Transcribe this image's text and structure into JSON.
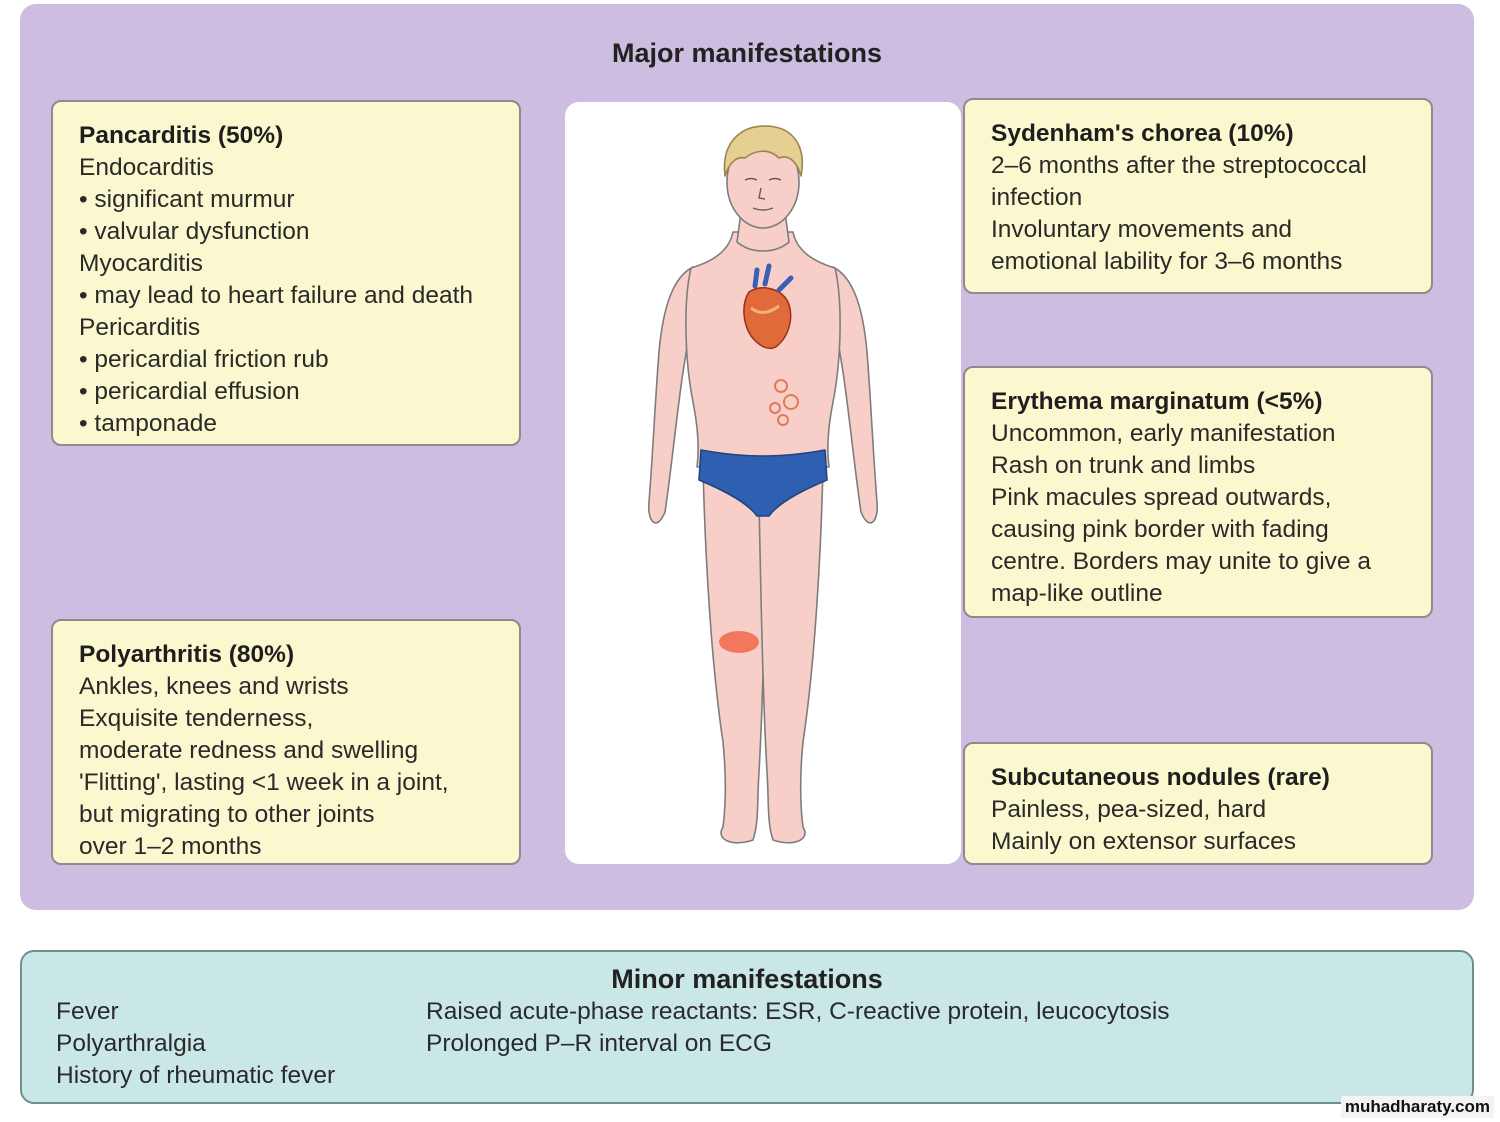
{
  "major": {
    "title": "Major manifestations",
    "pancarditis": {
      "title": "Pancarditis (50%)",
      "lines": [
        "Endocarditis",
        "• significant murmur",
        "• valvular dysfunction",
        "Myocarditis",
        "• may lead to heart failure and death",
        "Pericarditis",
        "• pericardial friction rub",
        "• pericardial effusion",
        "• tamponade"
      ]
    },
    "polyarthritis": {
      "title": "Polyarthritis (80%)",
      "lines": [
        "Ankles, knees and wrists",
        "Exquisite tenderness,",
        "moderate redness and swelling",
        "'Flitting', lasting <1 week in a joint,",
        "but migrating to other joints",
        "over 1–2 months"
      ]
    },
    "chorea": {
      "title": "Sydenham's chorea (10%)",
      "lines": [
        "2–6 months after the streptococcal",
        "infection",
        "Involuntary movements and",
        "emotional lability for 3–6 months"
      ]
    },
    "erythema": {
      "title": "Erythema marginatum (<5%)",
      "lines": [
        "Uncommon, early manifestation",
        "Rash on trunk and limbs",
        "Pink macules spread outwards,",
        "causing pink border with fading",
        "centre.  Borders may unite to give a",
        "map-like outline"
      ]
    },
    "nodules": {
      "title": "Subcutaneous nodules (rare)",
      "lines": [
        "Painless, pea-sized, hard",
        "Mainly on extensor surfaces"
      ]
    }
  },
  "minor": {
    "title": "Minor manifestations",
    "left": [
      "Fever",
      "Polyarthralgia",
      "History of rheumatic fever"
    ],
    "right": [
      "Raised acute-phase reactants:  ESR, C-reactive protein, leucocytosis",
      "Prolonged P–R interval on ECG"
    ]
  },
  "watermark": "muhadharaty.com",
  "colors": {
    "major_bg": "#cdbde0",
    "box_bg": "#fbf7cf",
    "minor_bg": "#c9e7e7",
    "skin": "#f7cfc8",
    "briefs": "#2f5fb0",
    "hair": "#e6cf93",
    "inflammation": "#f05a3a"
  }
}
